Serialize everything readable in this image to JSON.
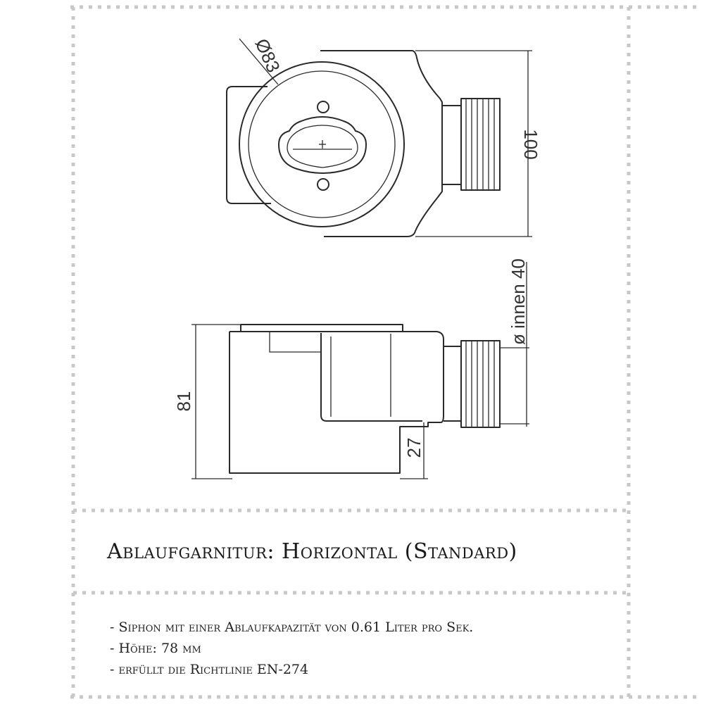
{
  "diagram": {
    "top_view": {
      "diameter_label": "Ø83",
      "height_label": "100"
    },
    "side_view": {
      "outlet_label": "ø innen 40",
      "height_label": "81",
      "bottom_label": "27"
    }
  },
  "title": "Ablaufgarnitur: Horizontal (Standard)",
  "specs": [
    "- Siphon mit einer Ablaufkapazität von 0.61 Liter pro Sek.",
    "- Höhe: 78 mm",
    "- erfüllt die Richtlinie EN-274"
  ],
  "colors": {
    "line": "#2a2a2a",
    "dotted_border": "#c8c8c8",
    "background": "#ffffff"
  }
}
